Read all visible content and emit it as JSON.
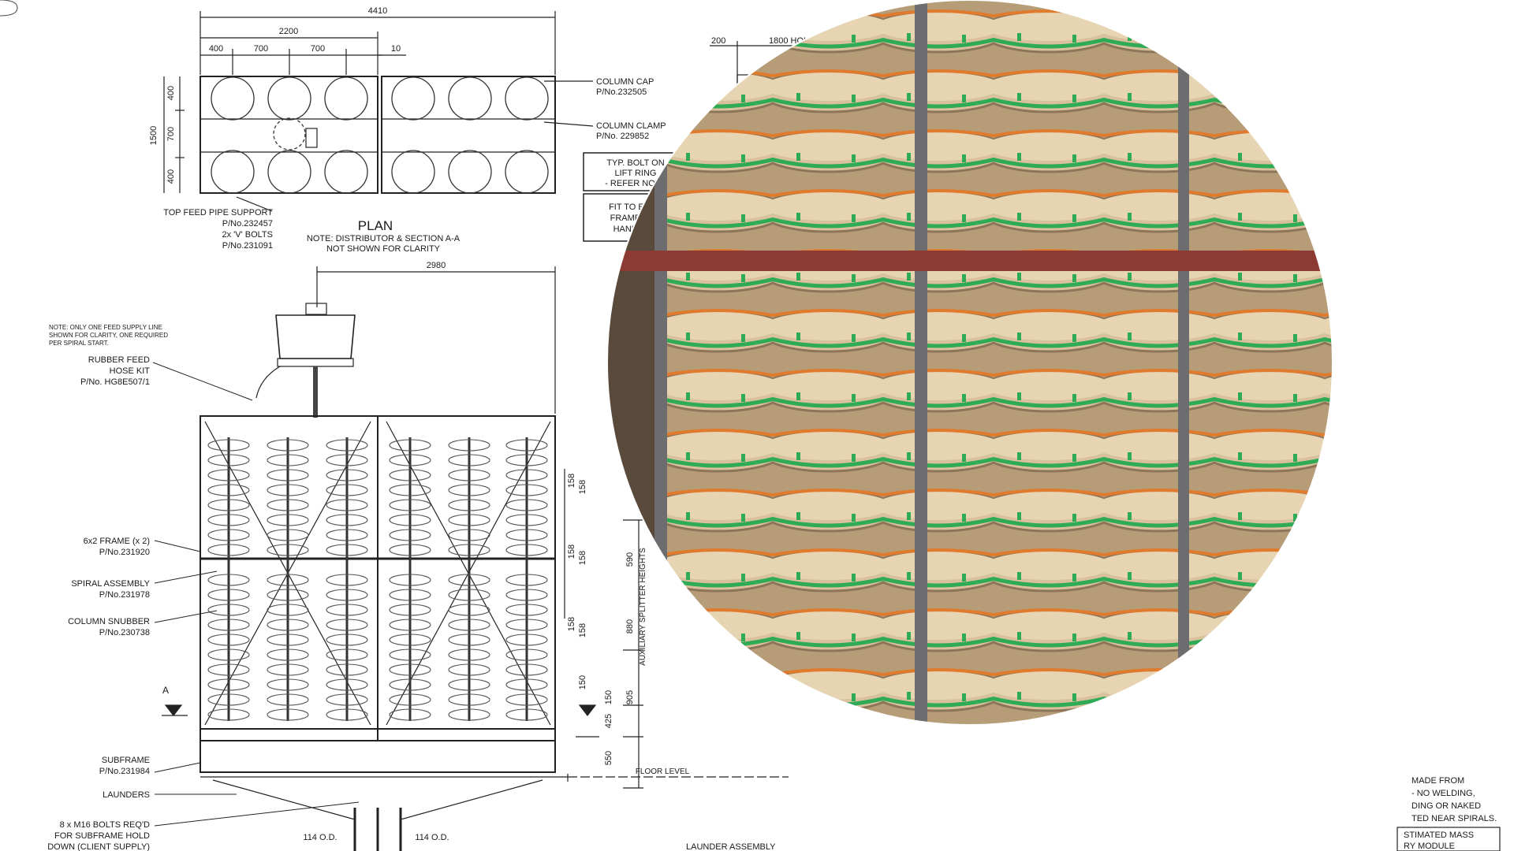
{
  "plan": {
    "dims": [
      "4410",
      "2200",
      "400",
      "700",
      "700",
      "10",
      "1500",
      "400",
      "700",
      "400"
    ],
    "title": "PLAN",
    "note": [
      "NOTE: DISTRIBUTOR & SECTION A-A",
      "NOT SHOWN FOR CLARITY"
    ],
    "labels": [
      [
        "COLUMN CAP",
        "P/No.232505"
      ],
      [
        "COLUMN CLAMP",
        "P/No. 229852"
      ],
      [
        "TOP FEED PIPE SUPPORT",
        "P/No.232457",
        "2x 'V' BOLTS",
        "P/No.231091"
      ]
    ],
    "boxes": [
      [
        "TYP. BOLT ON",
        "LIFT RING",
        "- REFER NOTE"
      ],
      [
        "FIT TO EACH",
        "FRAME FOR",
        "HANDLING"
      ]
    ]
  },
  "elevation": {
    "dims": [
      "2980",
      "158",
      "158",
      "158",
      "158",
      "158",
      "158",
      "880",
      "905",
      "150",
      "150",
      "425",
      "550",
      "590",
      "114 O.D.",
      "114 O.D."
    ],
    "dims_right": [
      "200",
      "1800 HOLD DO"
    ],
    "auxiliary": "AUXILIARY SPLITTER HEIGHTS",
    "section_mark": "A",
    "floor_level": "FLOOR LEVEL",
    "note": [
      "NOTE: ONLY ONE FEED SUPPLY LINE",
      "SHOWN FOR CLARITY, ONE REQUIRED",
      "PER SPIRAL START."
    ],
    "labels": [
      [
        "RUBBER FEED",
        "HOSE KIT",
        "P/No. HG8E507/1"
      ],
      [
        "6x2 FRAME (x 2)",
        "P/No.231920"
      ],
      [
        "SPIRAL ASSEMBLY",
        "P/No.231978"
      ],
      [
        "COLUMN SNUBBER",
        "P/No.230738"
      ],
      [
        "SUBFRAME",
        "P/No.231984"
      ],
      [
        "LAUNDERS"
      ],
      [
        "8 x M16 BOLTS REQ'D",
        "FOR SUBFRAME HOLD",
        "DOWN (CLIENT SUPPLY)"
      ]
    ]
  },
  "right_notes": [
    "MADE FROM",
    "- NO WELDING,",
    "DING OR NAKED",
    "TED NEAR SPIRALS."
  ],
  "mass_box": [
    "STIMATED MASS",
    "RY MODULE"
  ],
  "bottom_fragment": "LAUNDER ASSEMBLY",
  "colors": {
    "frame_red": "#8e3a34",
    "spiral_tan": "#d2b48c",
    "edge_green": "#2faa55",
    "orange": "#e07a2c",
    "line": "#222222"
  }
}
